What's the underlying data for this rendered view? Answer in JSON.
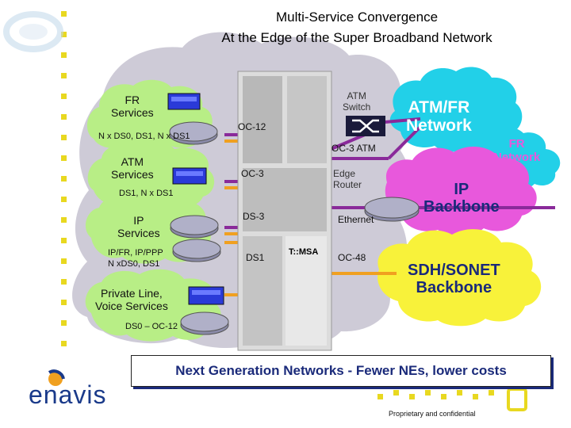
{
  "title": {
    "line1": "Multi-Service Convergence",
    "line2": "At the Edge of the Super Broadband Network"
  },
  "services": {
    "fr": {
      "label": "FR\nServices",
      "rates": "N x DS0, DS1, N x DS1"
    },
    "atm": {
      "label": "ATM\nServices",
      "rates": "DS1, N x DS1"
    },
    "ip": {
      "label": "IP\nServices",
      "rates": "IP/FR, IP/PPP\nN xDS0, DS1"
    },
    "private": {
      "label": "Private Line,\nVoice Services",
      "rates": "DS0 – OC-12"
    }
  },
  "ports": {
    "oc12": "OC-12",
    "oc3": "OC-3",
    "ds3": "DS-3",
    "ds1": "DS1",
    "oc3atm": "OC-3 ATM",
    "ethernet": "Ethernet",
    "oc48": "OC-48"
  },
  "devices": {
    "atm_switch": "ATM\nSwitch",
    "edge_router": "Edge\nRouter",
    "msa": "T::MSA"
  },
  "networks": {
    "atm_fr": "ATM/FR\nNetwork",
    "fr": "FR\nNetwork",
    "ip": "IP\nBackbone",
    "sdh": "SDH/SONET\nBackbone"
  },
  "banner": "Next Generation Networks - Fewer NEs, lower costs",
  "logo": "enavis",
  "footer": "Proprietary and confidential",
  "colors": {
    "cloud_gray": "#c9c5d3",
    "service_green": "#b8ee86",
    "net_cyan": "#22d0e8",
    "net_magenta": "#e858dc",
    "net_yellow": "#f8f23a",
    "dot_yellow": "#e8d820",
    "link_purple": "#8a2a9a",
    "link_orange": "#f0a020",
    "text_blue": "#1a2a7a"
  }
}
